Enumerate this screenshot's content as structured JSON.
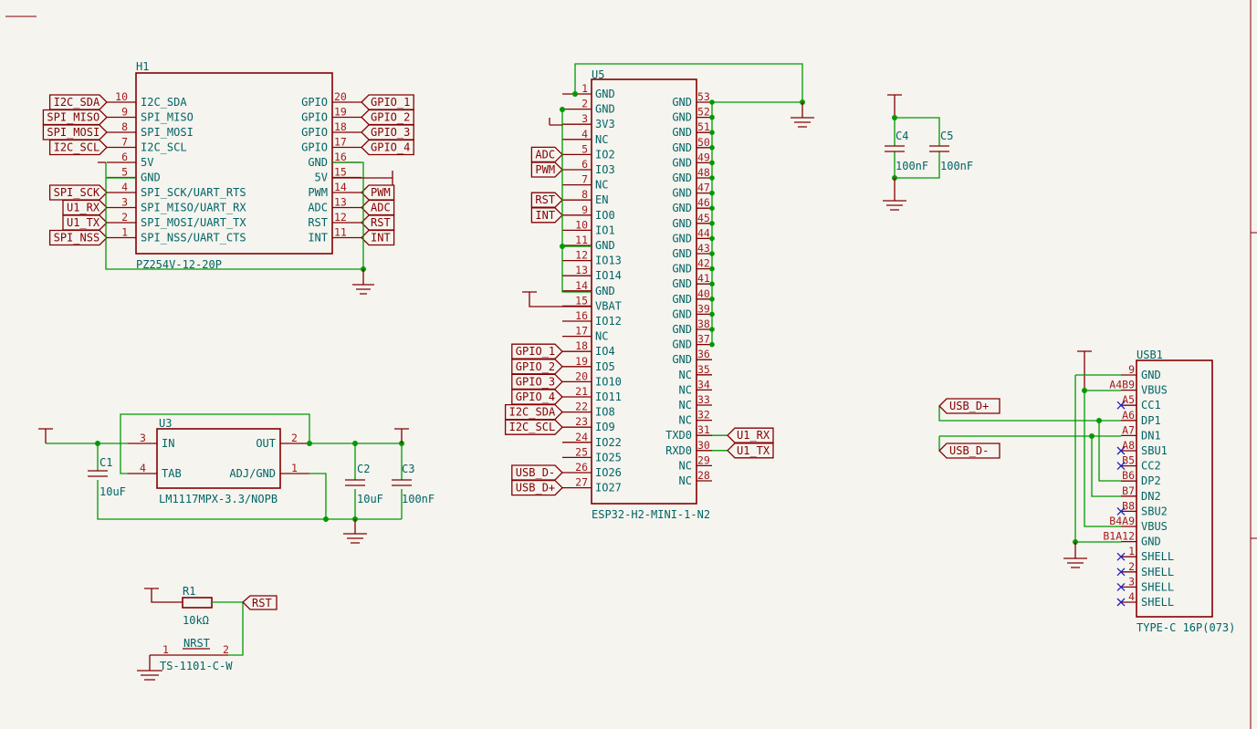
{
  "components": {
    "H1": {
      "ref": "H1",
      "value": "PZ254V-12-20P",
      "left_pins": [
        {
          "num": "10",
          "name": "I2C_SDA",
          "label": "I2C_SDA"
        },
        {
          "num": "9",
          "name": "SPI_MISO",
          "label": "SPI_MISO"
        },
        {
          "num": "8",
          "name": "SPI_MOSI",
          "label": "SPI_MOSI"
        },
        {
          "num": "7",
          "name": "I2C_SCL",
          "label": "I2C_SCL"
        },
        {
          "num": "6",
          "name": "5V",
          "label": ""
        },
        {
          "num": "5",
          "name": "GND",
          "label": ""
        },
        {
          "num": "4",
          "name": "SPI_SCK/UART_RTS",
          "label": "SPI_SCK"
        },
        {
          "num": "3",
          "name": "SPI_MISO/UART_RX",
          "label": "U1_RX"
        },
        {
          "num": "2",
          "name": "SPI_MOSI/UART_TX",
          "label": "U1_TX"
        },
        {
          "num": "1",
          "name": "SPI_NSS/UART_CTS",
          "label": "SPI_NSS"
        }
      ],
      "right_pins": [
        {
          "num": "20",
          "name": "GPIO",
          "label": "GPIO_1"
        },
        {
          "num": "19",
          "name": "GPIO",
          "label": "GPIO_2"
        },
        {
          "num": "18",
          "name": "GPIO",
          "label": "GPIO_3"
        },
        {
          "num": "17",
          "name": "GPIO",
          "label": "GPIO_4"
        },
        {
          "num": "16",
          "name": "GND",
          "label": ""
        },
        {
          "num": "15",
          "name": "5V",
          "label": ""
        },
        {
          "num": "14",
          "name": "PWM",
          "label": "PWM"
        },
        {
          "num": "13",
          "name": "ADC",
          "label": "ADC"
        },
        {
          "num": "12",
          "name": "RST",
          "label": "RST"
        },
        {
          "num": "11",
          "name": "INT",
          "label": "INT"
        }
      ]
    },
    "U5": {
      "ref": "U5",
      "value": "ESP32-H2-MINI-1-N2",
      "left_pins": [
        {
          "num": "1",
          "name": "GND",
          "label": ""
        },
        {
          "num": "2",
          "name": "GND",
          "label": ""
        },
        {
          "num": "3",
          "name": "3V3",
          "label": ""
        },
        {
          "num": "4",
          "name": "NC",
          "label": ""
        },
        {
          "num": "5",
          "name": "IO2",
          "label": "ADC"
        },
        {
          "num": "6",
          "name": "IO3",
          "label": "PWM"
        },
        {
          "num": "7",
          "name": "NC",
          "label": ""
        },
        {
          "num": "8",
          "name": "EN",
          "label": "RST"
        },
        {
          "num": "9",
          "name": "IO0",
          "label": "INT"
        },
        {
          "num": "10",
          "name": "IO1",
          "label": ""
        },
        {
          "num": "11",
          "name": "GND",
          "label": ""
        },
        {
          "num": "12",
          "name": "IO13",
          "label": ""
        },
        {
          "num": "13",
          "name": "IO14",
          "label": ""
        },
        {
          "num": "14",
          "name": "GND",
          "label": ""
        },
        {
          "num": "15",
          "name": "VBAT",
          "label": ""
        },
        {
          "num": "16",
          "name": "IO12",
          "label": ""
        },
        {
          "num": "17",
          "name": "NC",
          "label": ""
        },
        {
          "num": "18",
          "name": "IO4",
          "label": "GPIO_1"
        },
        {
          "num": "19",
          "name": "IO5",
          "label": "GPIO_2"
        },
        {
          "num": "20",
          "name": "IO10",
          "label": "GPIO_3"
        },
        {
          "num": "21",
          "name": "IO11",
          "label": "GPIO_4"
        },
        {
          "num": "22",
          "name": "IO8",
          "label": "I2C_SDA"
        },
        {
          "num": "23",
          "name": "IO9",
          "label": "I2C_SCL"
        },
        {
          "num": "24",
          "name": "IO22",
          "label": ""
        },
        {
          "num": "25",
          "name": "IO25",
          "label": ""
        },
        {
          "num": "26",
          "name": "IO26",
          "label": "USB_D-"
        },
        {
          "num": "27",
          "name": "IO27",
          "label": "USB_D+"
        }
      ],
      "right_pins": [
        {
          "num": "53",
          "name": "GND",
          "label": ""
        },
        {
          "num": "52",
          "name": "GND",
          "label": ""
        },
        {
          "num": "51",
          "name": "GND",
          "label": ""
        },
        {
          "num": "50",
          "name": "GND",
          "label": ""
        },
        {
          "num": "49",
          "name": "GND",
          "label": ""
        },
        {
          "num": "48",
          "name": "GND",
          "label": ""
        },
        {
          "num": "47",
          "name": "GND",
          "label": ""
        },
        {
          "num": "46",
          "name": "GND",
          "label": ""
        },
        {
          "num": "45",
          "name": "GND",
          "label": ""
        },
        {
          "num": "44",
          "name": "GND",
          "label": ""
        },
        {
          "num": "43",
          "name": "GND",
          "label": ""
        },
        {
          "num": "42",
          "name": "GND",
          "label": ""
        },
        {
          "num": "41",
          "name": "GND",
          "label": ""
        },
        {
          "num": "40",
          "name": "GND",
          "label": ""
        },
        {
          "num": "39",
          "name": "GND",
          "label": ""
        },
        {
          "num": "38",
          "name": "GND",
          "label": ""
        },
        {
          "num": "37",
          "name": "GND",
          "label": ""
        },
        {
          "num": "36",
          "name": "GND",
          "label": ""
        },
        {
          "num": "35",
          "name": "NC",
          "label": ""
        },
        {
          "num": "34",
          "name": "NC",
          "label": ""
        },
        {
          "num": "33",
          "name": "NC",
          "label": ""
        },
        {
          "num": "32",
          "name": "NC",
          "label": ""
        },
        {
          "num": "31",
          "name": "TXD0",
          "label": "U1_RX"
        },
        {
          "num": "30",
          "name": "RXD0",
          "label": "U1_TX"
        },
        {
          "num": "29",
          "name": "NC",
          "label": ""
        },
        {
          "num": "28",
          "name": "NC",
          "label": ""
        }
      ]
    },
    "U3": {
      "ref": "U3",
      "value": "LM1117MPX-3.3/NOPB",
      "left_pins": [
        {
          "num": "3",
          "name": "IN"
        },
        {
          "num": "4",
          "name": "TAB"
        }
      ],
      "right_pins": [
        {
          "num": "2",
          "name": "OUT"
        },
        {
          "num": "1",
          "name": "ADJ/GND"
        }
      ]
    },
    "C1": {
      "ref": "C1",
      "value": "10uF"
    },
    "C2": {
      "ref": "C2",
      "value": "10uF"
    },
    "C3": {
      "ref": "C3",
      "value": "100nF"
    },
    "C4": {
      "ref": "C4",
      "value": "100nF"
    },
    "C5": {
      "ref": "C5",
      "value": "100nF"
    },
    "R1": {
      "ref": "R1",
      "value": "10kΩ",
      "label": "RST"
    },
    "SW1": {
      "ref": "NRST",
      "value": "TS-1101-C-W",
      "pin1": "1",
      "pin2": "2"
    },
    "USB1": {
      "ref": "USB1",
      "value": "TYPE-C 16P(073)",
      "pins": [
        {
          "num": "9",
          "name": "GND",
          "nc": false
        },
        {
          "num": "A4B9",
          "name": "VBUS",
          "nc": false
        },
        {
          "num": "A5",
          "name": "CC1",
          "nc": true
        },
        {
          "num": "A6",
          "name": "DP1",
          "nc": false
        },
        {
          "num": "A7",
          "name": "DN1",
          "nc": false
        },
        {
          "num": "A8",
          "name": "SBU1",
          "nc": true
        },
        {
          "num": "B5",
          "name": "CC2",
          "nc": true
        },
        {
          "num": "B6",
          "name": "DP2",
          "nc": false
        },
        {
          "num": "B7",
          "name": "DN2",
          "nc": false
        },
        {
          "num": "B8",
          "name": "SBU2",
          "nc": true
        },
        {
          "num": "B4A9",
          "name": "VBUS",
          "nc": false
        },
        {
          "num": "B1A12",
          "name": "GND",
          "nc": false
        },
        {
          "num": "1",
          "name": "SHELL",
          "nc": true
        },
        {
          "num": "2",
          "name": "SHELL",
          "nc": true
        },
        {
          "num": "3",
          "name": "SHELL",
          "nc": true
        },
        {
          "num": "4",
          "name": "SHELL",
          "nc": true
        }
      ],
      "labels": [
        "USB_D+",
        "USB_D-"
      ]
    }
  },
  "colors": {
    "background": "#f5f4ef",
    "symbol": "#840000",
    "wire": "#009900",
    "text": "#006464",
    "pin_number": "#a11a1a",
    "no_connect": "#2020c0"
  }
}
